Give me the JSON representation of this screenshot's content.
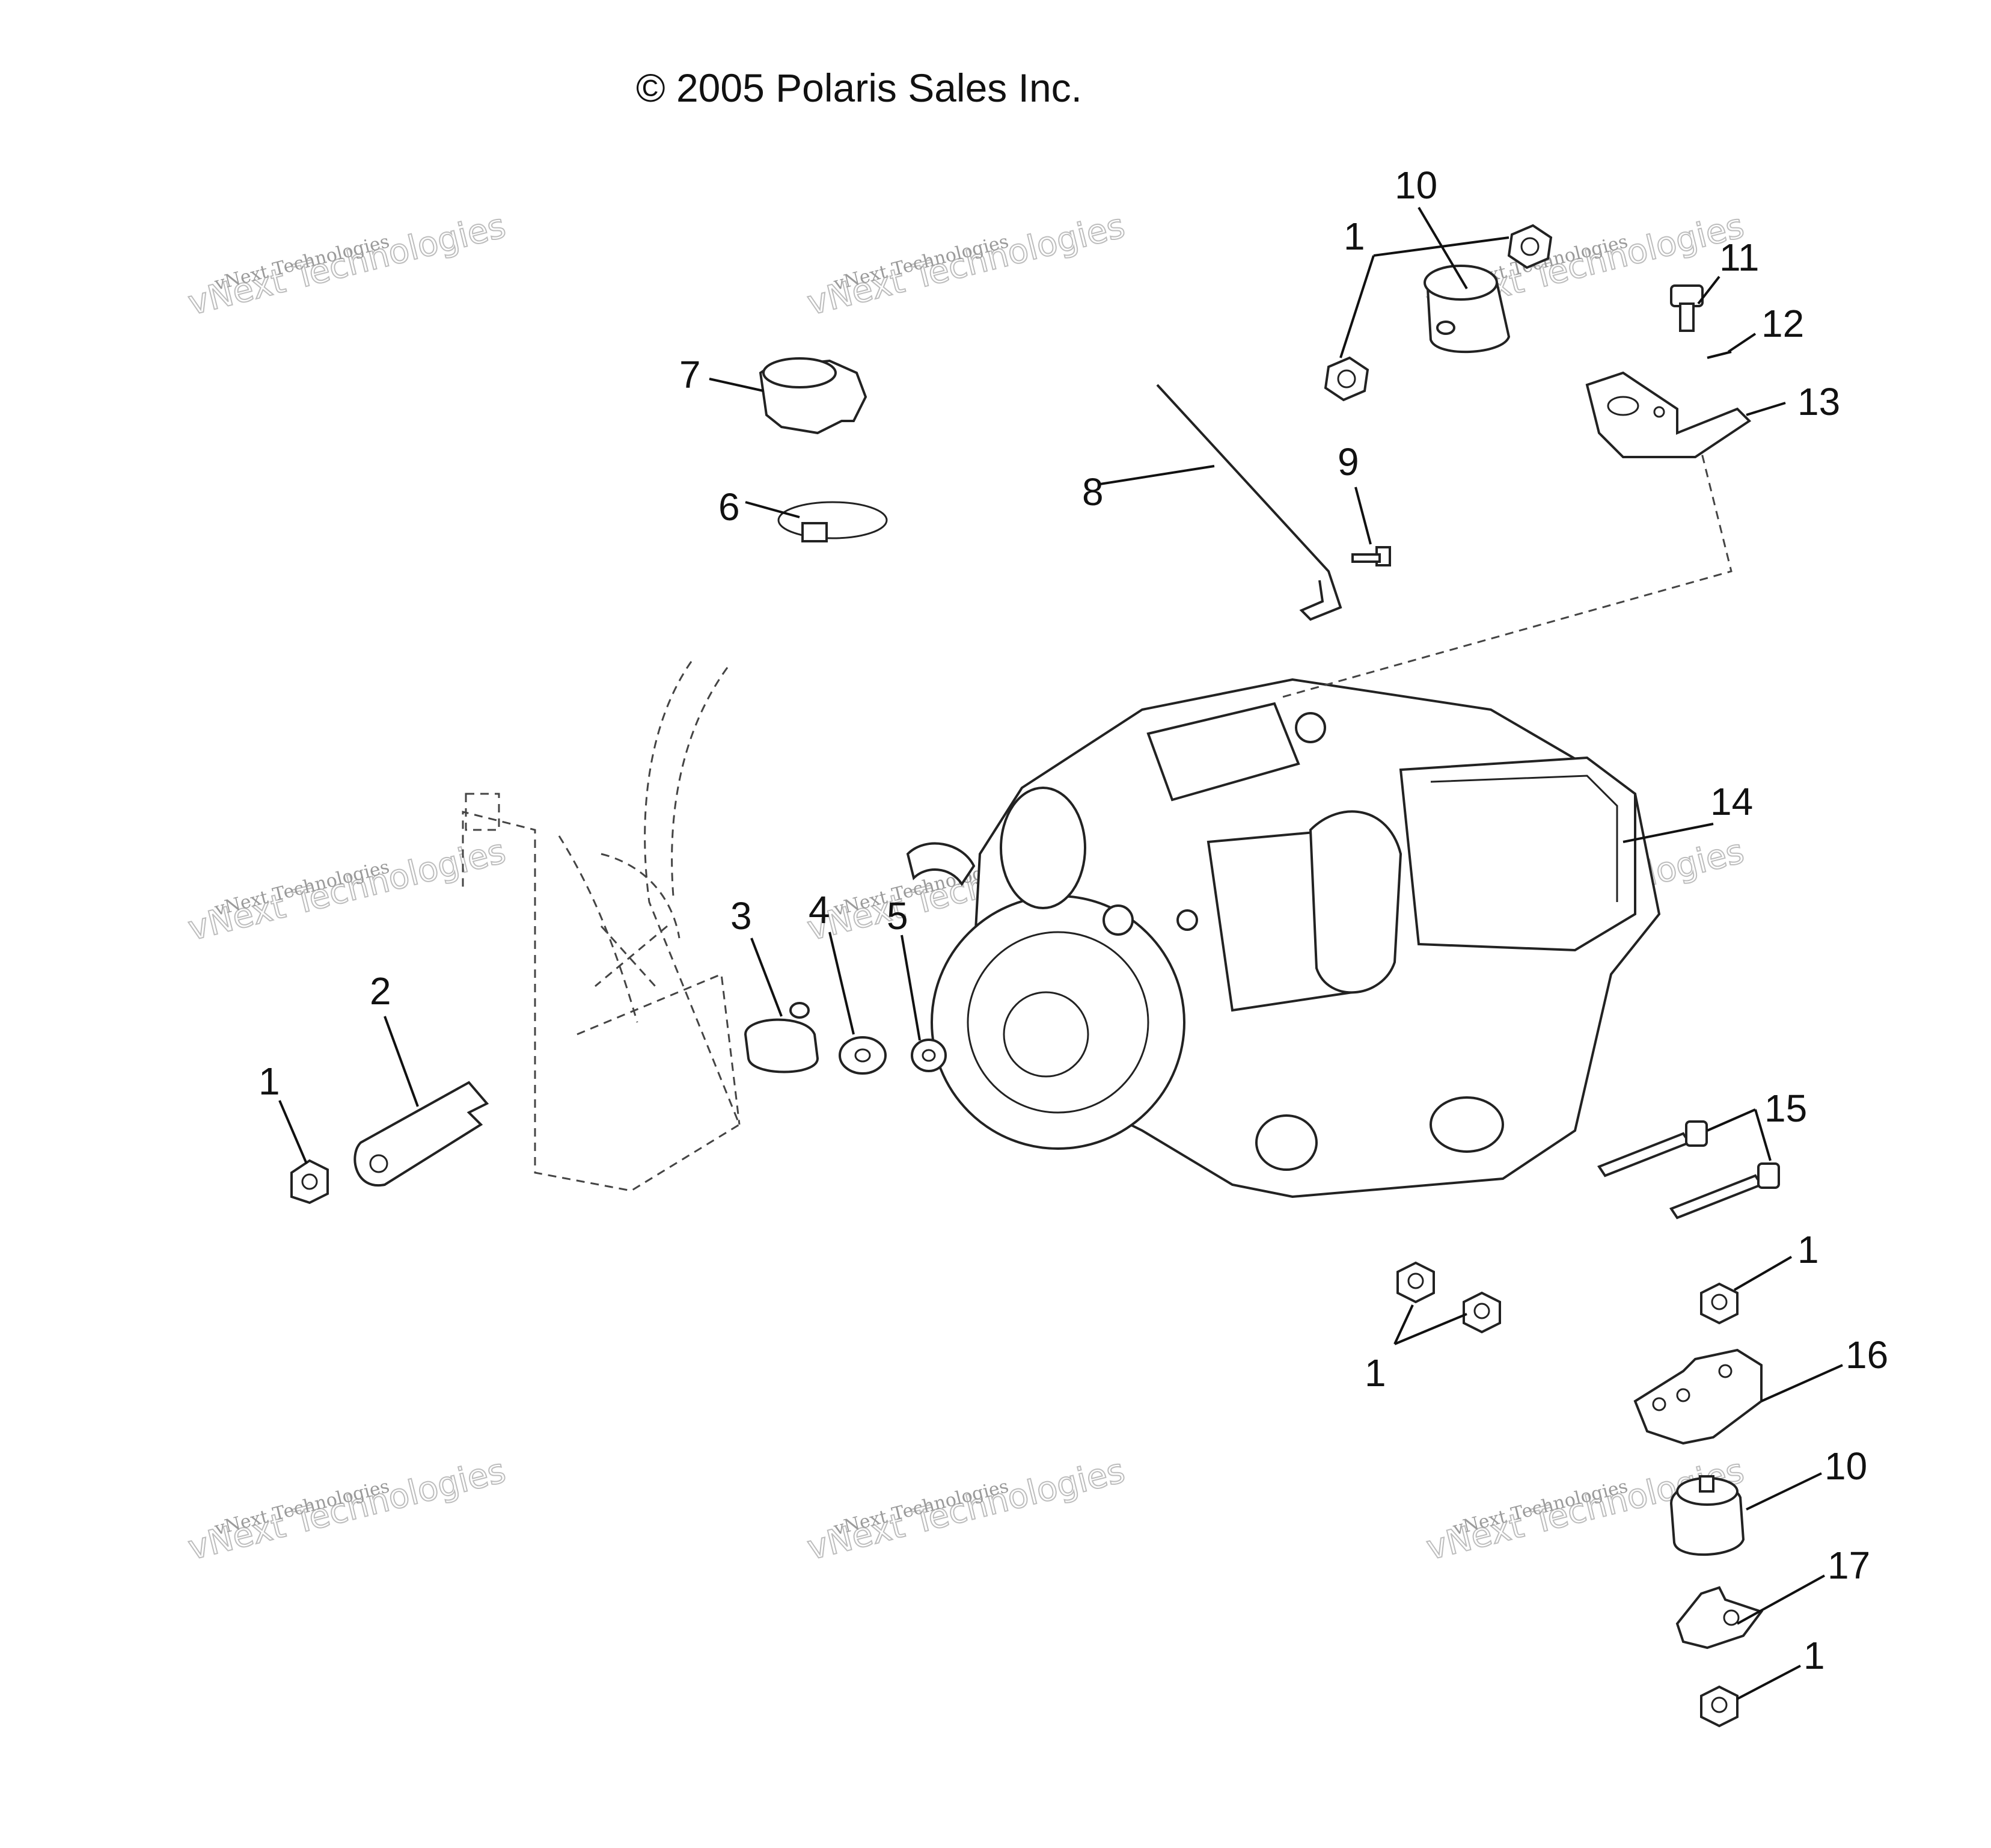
{
  "copyright": "© 2005 Polaris Sales Inc.",
  "watermark": {
    "line1": "vNext Technologies",
    "line2": "vNext\nTechnologies"
  },
  "callouts": {
    "c1_top": "1",
    "c10_top": "10",
    "c11": "11",
    "c12": "12",
    "c13": "13",
    "c7": "7",
    "c6": "6",
    "c8": "8",
    "c9": "9",
    "c14": "14",
    "c3": "3",
    "c4": "4",
    "c5": "5",
    "c2": "2",
    "c1_left": "1",
    "c15": "15",
    "c1_mid": "1",
    "c1_right": "1",
    "c16": "16",
    "c10_bottom": "10",
    "c17": "17",
    "c1_bottom": "1"
  }
}
